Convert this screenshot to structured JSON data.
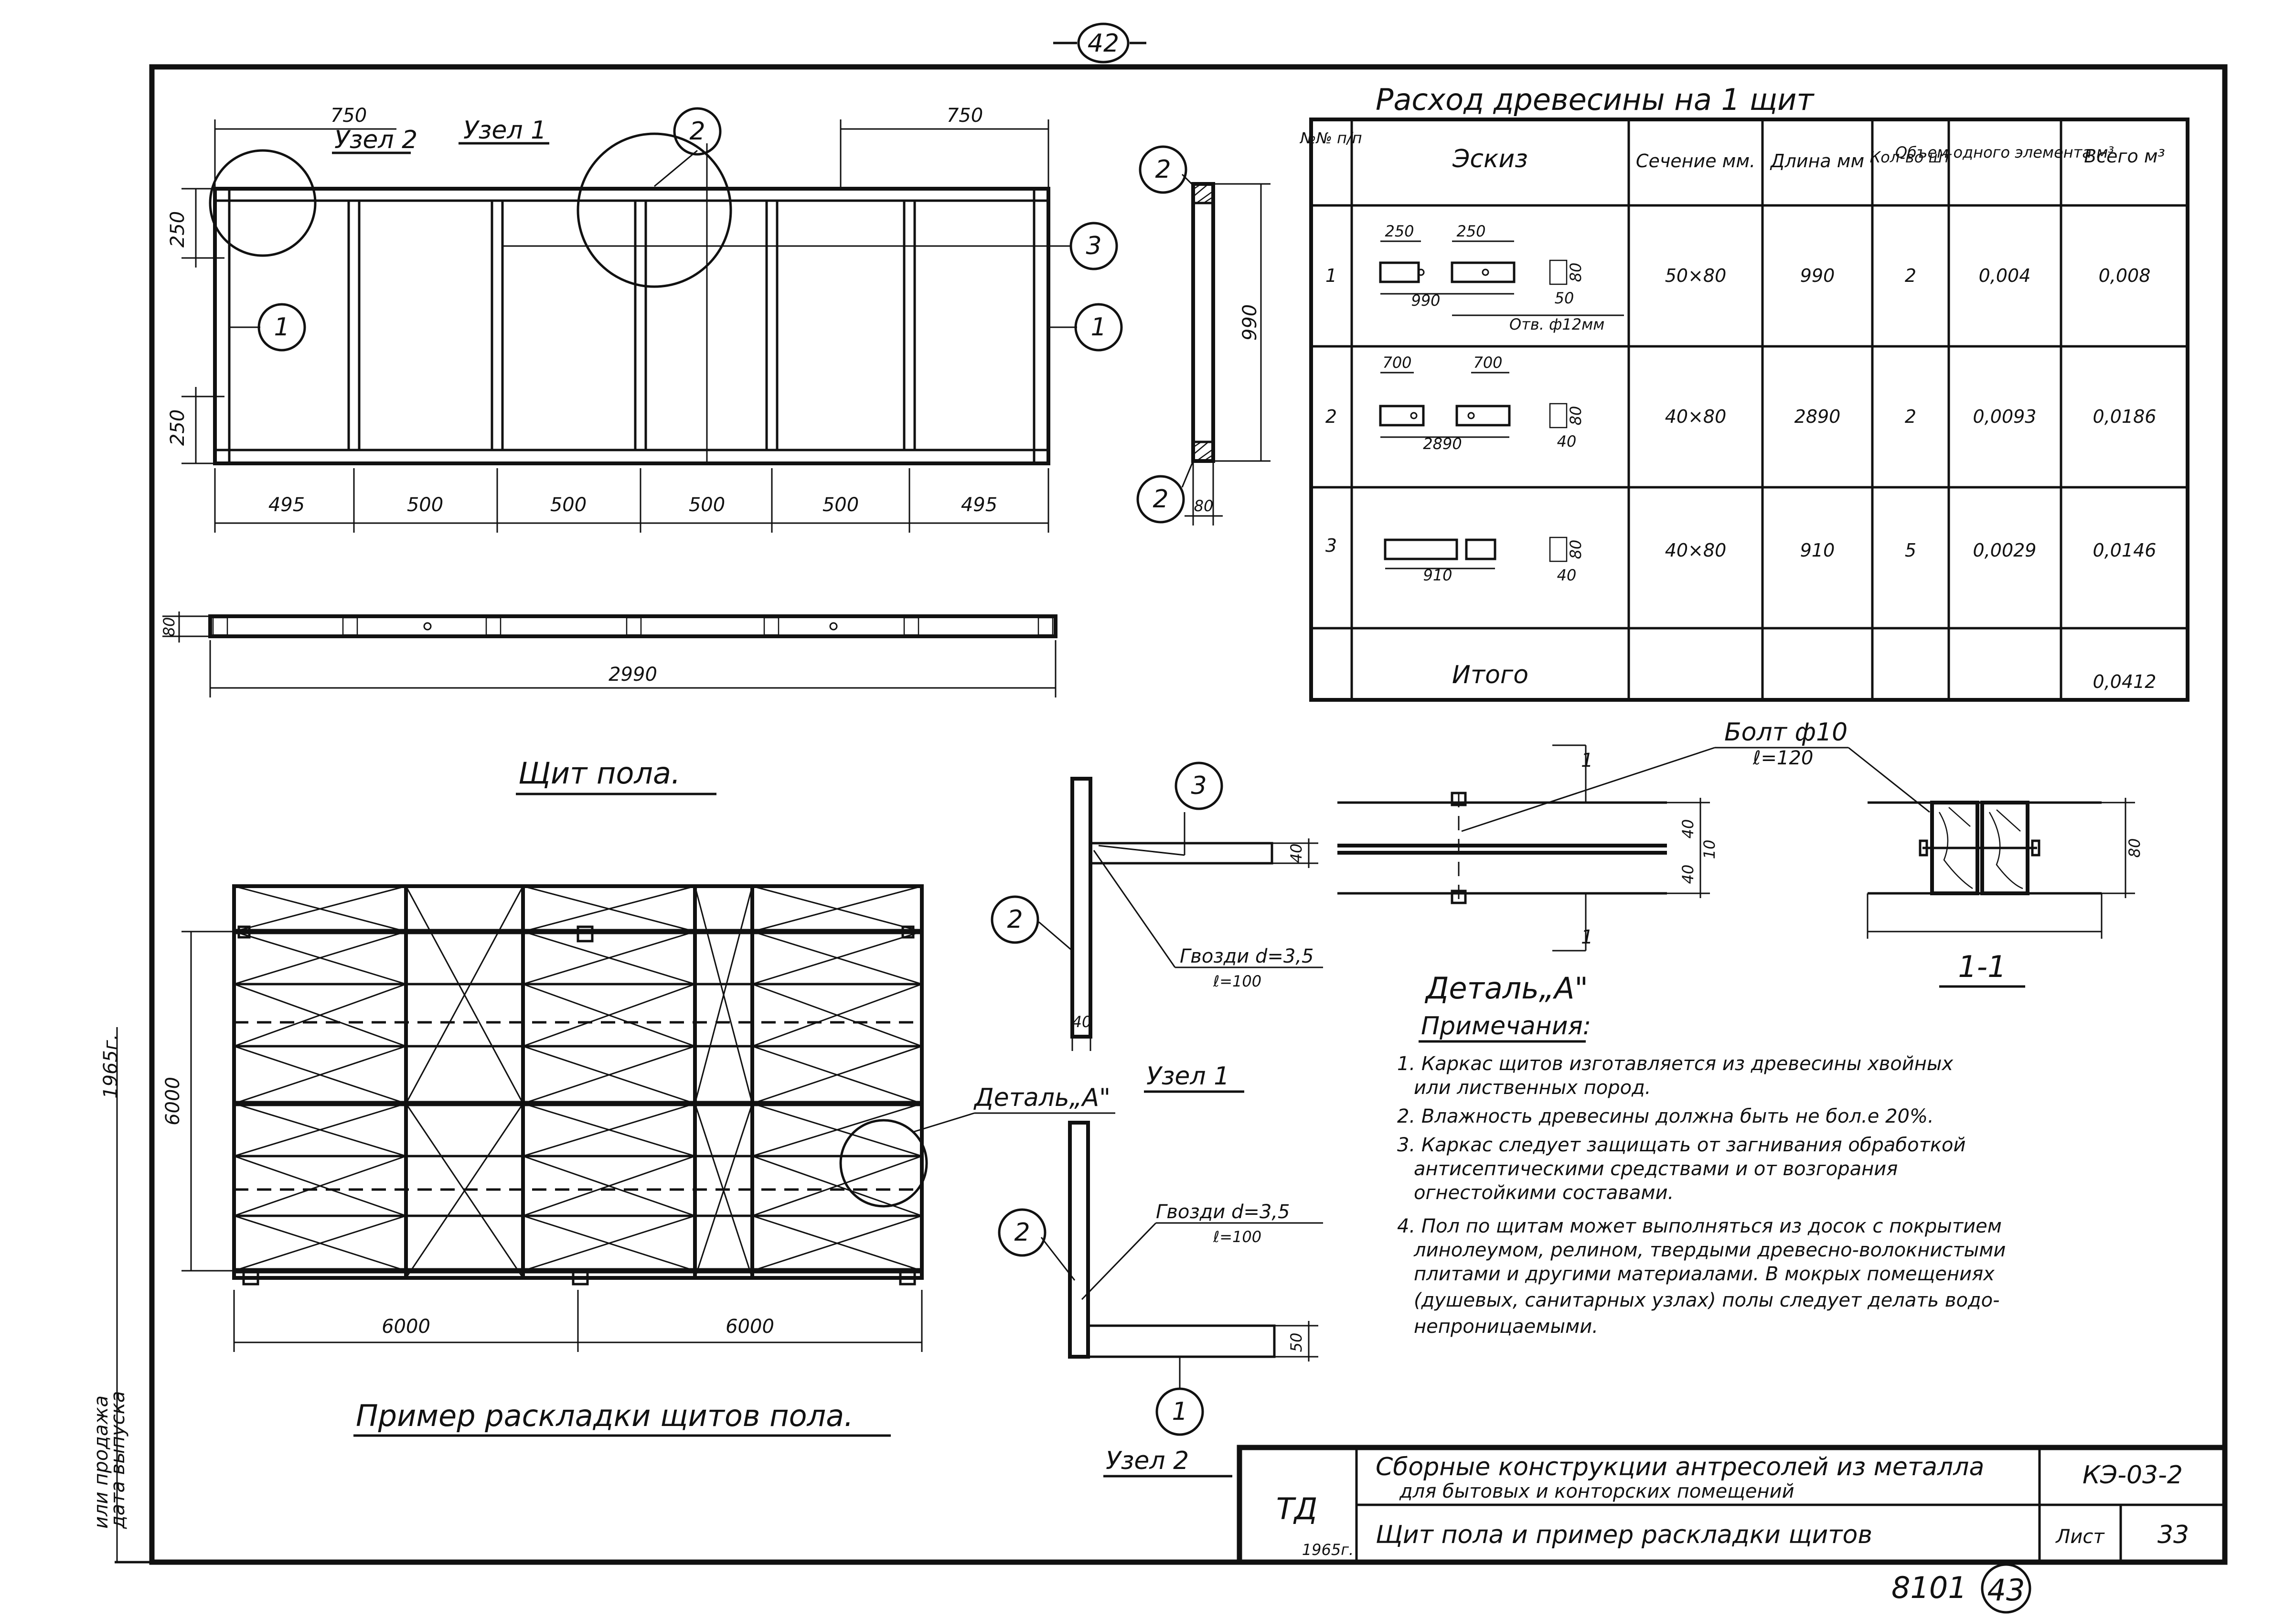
{
  "sheet": {
    "page_no_top": "42",
    "page_no_bottom_left": "8101",
    "page_no_bottom_right": "43"
  },
  "panel": {
    "top_dim_left": "750",
    "top_dim_right": "750",
    "node1_label": "Узел 1",
    "node2_label": "Узел 2",
    "dim_250_top": "250",
    "dim_250_bottom": "250",
    "bottom_dims": [
      "495",
      "500",
      "500",
      "500",
      "500",
      "495"
    ],
    "callout_1": "1",
    "callout_2": "2",
    "callout_3": "3",
    "caption": "Щит пола."
  },
  "side_view": {
    "dim_height": "990",
    "dim_width": "80",
    "callout_top": "2",
    "callout_bottom": "2"
  },
  "strip": {
    "dim_h": "80",
    "dim_len": "2990"
  },
  "wood_table": {
    "title": "Расход древесины   на 1 щит",
    "headers": [
      "№№ п/п",
      "Эскиз",
      "Сечение мм.",
      "Длина мм",
      "Кол-во шт",
      "Объем одного элемента м³",
      "Всего м³"
    ],
    "rows": [
      {
        "no": "1",
        "sketch_dims": [
          "250",
          "250",
          "990",
          "80",
          "50",
          "Отв. ф12мм"
        ],
        "section": "50×80",
        "length": "990",
        "qty": "2",
        "vol_one": "0,004",
        "vol_total": "0,008"
      },
      {
        "no": "2",
        "sketch_dims": [
          "700",
          "700",
          "2890",
          "80",
          "40"
        ],
        "section": "40×80",
        "length": "2890",
        "qty": "2",
        "vol_one": "0,0093",
        "vol_total": "0,0186"
      },
      {
        "no": "3",
        "sketch_dims": [
          "910",
          "80",
          "40"
        ],
        "section": "40×80",
        "length": "910",
        "qty": "5",
        "vol_one": "0,0029",
        "vol_total": "0,0146"
      }
    ],
    "total_label": "Итого",
    "total_value": "0,0412"
  },
  "layout_example": {
    "dim_height": "6000",
    "dim_w1": "6000",
    "dim_w2": "6000",
    "detail_ref": "Деталь„А\"",
    "caption": "Пример раскладки щитов пола."
  },
  "node1": {
    "callout_3": "3",
    "callout_2": "2",
    "dim_40_h": "40",
    "dim_40_v": "40",
    "nail": "Гвозди d=3,5",
    "nail_len": "ℓ=100",
    "caption": "Узел 1"
  },
  "node2": {
    "callout_2": "2",
    "callout_1": "1",
    "dim_50": "50",
    "nail": "Гвозди d=3,5",
    "nail_len": "ℓ=100",
    "caption": "Узел 2"
  },
  "detail_a": {
    "bolt": "Болт ф10",
    "bolt_len": "ℓ=120",
    "section_mark": "1",
    "dim_40a": "40",
    "dim_10": "10",
    "dim_40b": "40",
    "dim_80": "80",
    "caption": "Деталь„А\"",
    "section_caption": "1-1"
  },
  "notes": {
    "heading": "Примечания:",
    "lines": [
      "1. Каркас щитов изготавляется из древесины хвойных",
      "или лиственных пород.",
      "2. Влажность древесины должна быть не бол.е 20%.",
      "3. Каркас следует защищать от загнивания обработкой",
      "антисептическими средствами и от возгорания",
      "огнестойкими составами.",
      "4. Пол по щитам может выполняться из досок с покрытием",
      "линолеумом, релином, твердыми древесно-волокнистыми",
      "плитами и другими материалами. В мокрых помещениях",
      "(душевых, санитарных узлах) полы следует делать водо-",
      "непроницаемыми."
    ]
  },
  "title_block": {
    "logo": "ТД",
    "year": "1965г.",
    "title_line1": "Сборные конструкции антресолей из металла",
    "title_line2": "для бытовых и конторских помещений",
    "sheet_title": "Щит пола и пример раскладки щитов",
    "code": "КЭ-03-2",
    "sheet_label": "Лист",
    "sheet_number": "33"
  },
  "margin": {
    "year_stamp": "1965г.",
    "text1": "дата выпуска",
    "text2": "или продажа"
  }
}
